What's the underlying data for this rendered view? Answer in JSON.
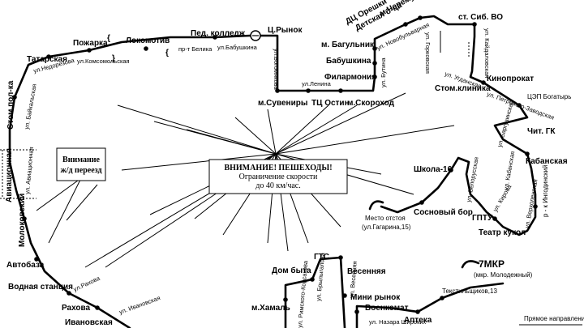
{
  "stops": {
    "tatarskaya": "Татарская",
    "pozharka": "Пожарка",
    "lokomotiv": "Локомотив",
    "ped_college": "Пед. колледж",
    "ts_rynok": "Ц.Рынок",
    "cheremushki": "м.Черемушки",
    "detskaya": "Детская б-ца",
    "dts_oreshki": "ДЦ Орешки",
    "sib_vo": "ст. Сиб. ВО",
    "bagulnik": "м. Багульник",
    "babushkina": "Бабушкина",
    "filarmoniya": "Филармония",
    "suveniry": "м.Сувениры",
    "tts_ostin": "ТЦ Остин",
    "skorokhod": "м.Скороход",
    "kinoprokat": "Кинопрокат",
    "stom_klinika": "Стом.клиника",
    "tsep_bogatyr": "ЦЭП Богатырь",
    "chit_gk": "Чит. ГК",
    "kabanskaya": "Кабанская",
    "ingodinsky": "р - к Ингодинский",
    "shkola16": "Школа-16",
    "sosnovy_bor": "Сосновый бор",
    "gptu": "ГПТУ",
    "teatr_kukol": "Театр кукол",
    "stom_pol": "Стом.пол-ка",
    "aviatsionnaya": "Авиационная",
    "molokovka": "Молоковский",
    "avtobaza": "Автобаза",
    "vodnaya": "Водная станция",
    "rakhova": "Рахова",
    "ivanovskaya": "Ивановская",
    "dom_byta": "Дом быта",
    "gts": "ГТС",
    "vesennyaya": "Весенняя",
    "khamal": "м.Хамаль",
    "mini_rynok": "Мини рынок",
    "voenkomat": "Военкомат",
    "apteka": "Аптека",
    "tekstilshchikov": "Текстильщиков,13",
    "mkr7": "7МКР",
    "mkr7_sub": "(мкр. Молодежный)",
    "mesto_otstoya": "Место отстоя",
    "mesto_otstoya_sub": "(ул.Гагарина,15)"
  },
  "streets": {
    "nedorezova": "ул.Недорезова",
    "komsomolskaya": "ул.Комсомольская",
    "belika": "пр-т Белика",
    "babushkina": "ул.Бабушкина",
    "bogomyakova": "ул.Богомякова",
    "lenina": "ул.Ленина",
    "butina": "ул. Бутина",
    "novobulvarnaya": "ул. Новобульварная",
    "gorkovskaya": "ул. Горковская",
    "kaydalovskaya": "ул. Кайдаловская",
    "ugdanskaya": "ул. Угданская",
    "petrovsko": "ул. Петровско-Заводская",
    "barguzinskaya": "ул. Баргузинская",
    "kabanskaya": "ул. Кабанская",
    "belorusskaya": "ул. Белорусская",
    "kirova": "ул. Кирова",
    "verkholenskaya": "ул. Верхоленская",
    "baykalskaya": "ул. Байкальская",
    "aviatsionnaya": "ул. Авиационная",
    "rakhova": "ул.Рахова",
    "ivanovskaya": "ул. Ивановская",
    "rimskogo": "ул. Римского-Корсакова",
    "brylygalova": "ул. Брылыгалова",
    "vesennyaya": "ул. Весенняя",
    "nazara": "ул. Назара Широких"
  },
  "notices": {
    "rail_title": "Внимание",
    "rail_text": "ж/д переезд",
    "ped_title": "ВНИМАНИЕ! ПЕШЕХОДЫ!",
    "ped_line1": "Ограничение скорости",
    "ped_line2": "до 40 км/час."
  },
  "legend": {
    "forward": "Прямое направление"
  }
}
